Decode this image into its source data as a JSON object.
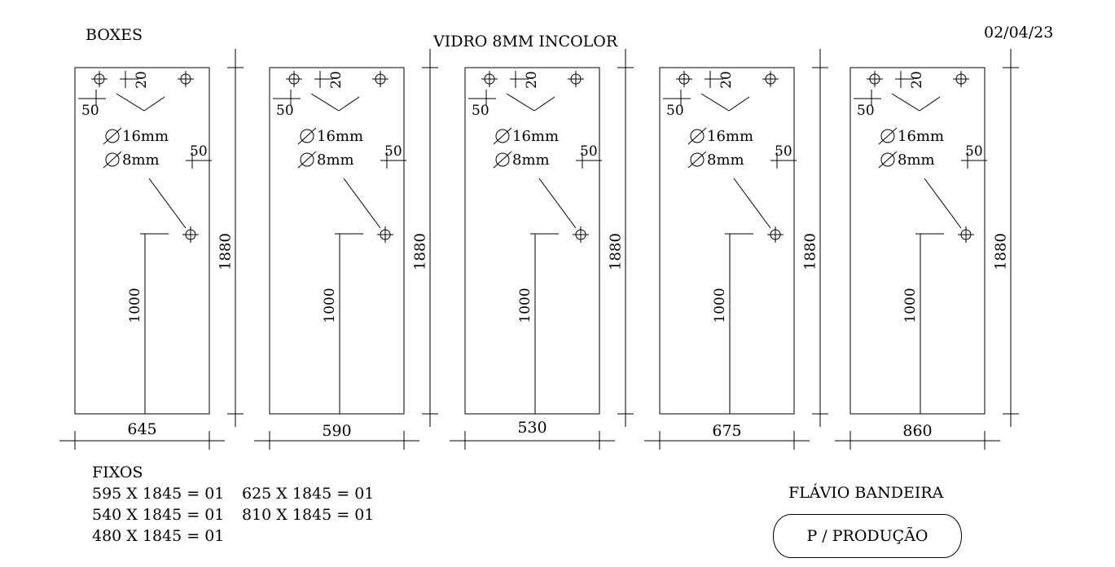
{
  "header": {
    "left_title": "BOXES",
    "center_title": "VIDRO 8MM INCOLOR",
    "date": "02/04/23"
  },
  "panel_labels": {
    "top_offset": "20",
    "side_offset": "50",
    "right_offset": "50",
    "hole_large": "16mm",
    "hole_small": "8mm",
    "handle_height": "1000",
    "height": "1880"
  },
  "panels": [
    {
      "width_label": "645"
    },
    {
      "width_label": "590"
    },
    {
      "width_label": "530"
    },
    {
      "width_label": "675"
    },
    {
      "width_label": "860"
    }
  ],
  "fixos": {
    "title": "FIXOS",
    "col1": [
      "595 X 1845 = 01",
      "540 X 1845 = 01",
      "480 X 1845 = 01"
    ],
    "col2": [
      "625 X 1845 = 01",
      "810 X 1845 = 01"
    ]
  },
  "footer": {
    "author": "FLÁVIO  BANDEIRA",
    "badge": "P / PRODUÇÃO"
  }
}
